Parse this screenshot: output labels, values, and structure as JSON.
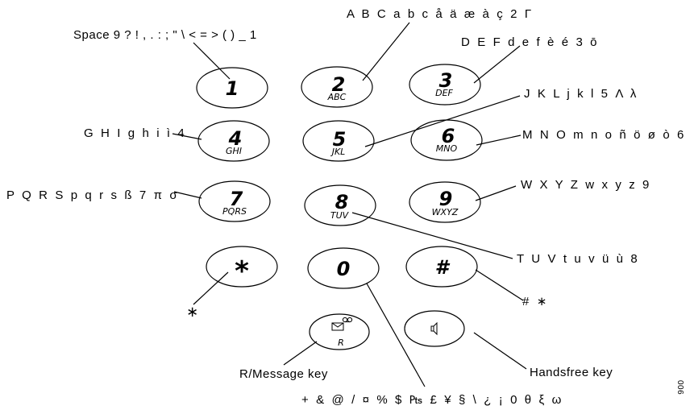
{
  "keys": [
    {
      "main": "1",
      "sub": ""
    },
    {
      "main": "2",
      "sub": "ABC"
    },
    {
      "main": "3",
      "sub": "DEF"
    },
    {
      "main": "4",
      "sub": "GHI"
    },
    {
      "main": "5",
      "sub": "JKL"
    },
    {
      "main": "6",
      "sub": "MNO"
    },
    {
      "main": "7",
      "sub": "PQRS"
    },
    {
      "main": "8",
      "sub": "TUV"
    },
    {
      "main": "9",
      "sub": "WXYZ"
    },
    {
      "main": "*",
      "sub": ""
    },
    {
      "main": "0",
      "sub": ""
    },
    {
      "main": "#",
      "sub": ""
    }
  ],
  "message_key_sub": "R",
  "icons": {
    "message_key": "envelope-voicemail-icon",
    "handsfree_key": "speaker-icon"
  },
  "callouts": {
    "key1": "Space 9 ? ! , . : ; \" \\ < = > ( ) _ 1",
    "key2": "A B C a b c å ä æ à ç 2 Γ",
    "key3": "D E F d e f è é 3 ō",
    "key4": "G H I g h i ì 4",
    "key5": "J K L j k l 5 Λ λ",
    "key6": "M N O m n o ñ ö ø ò 6",
    "key7": "P Q R S p q r s ß 7 π σ",
    "key8": "T U V t u v ü ù 8",
    "key9": "W X Y Z w x y z 9",
    "key_star": "∗",
    "key_hash": "# ∗",
    "key0": "+ & @ / ¤ % $ ₧ £ ¥ § \\ ¿ ¡ 0 θ ξ ω",
    "message_key": "R/Message key",
    "handsfree_key": "Handsfree key"
  },
  "figure_number": "006"
}
